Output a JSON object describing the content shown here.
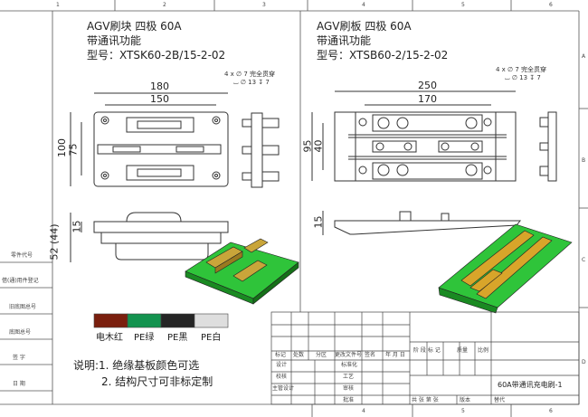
{
  "border": {
    "columns": [
      "1",
      "2",
      "3",
      "4",
      "5",
      "6"
    ],
    "rows": [
      "A",
      "B",
      "C",
      "D"
    ],
    "bottom_columns": [
      "4",
      "5",
      "6"
    ]
  },
  "left_strip": [
    "零件代号",
    "借(通)用件登记",
    "旧底图总号",
    "底图总号",
    "签  字",
    "日  期"
  ],
  "left_part": {
    "title": [
      "AGV刷块 四极 60A",
      "带通讯功能",
      "型号：XTSK60-2B/15-2-02"
    ],
    "hole_note": [
      "4 x ∅ 7 完全贯穿",
      "⌴ ∅ 13 ↧ 7"
    ],
    "dims": {
      "width_outer": "180",
      "width_inner": "150",
      "height_outer": "100",
      "height_inner": "75",
      "side_h": "15",
      "side_total": "52 (44)"
    }
  },
  "right_part": {
    "title": [
      "AGV刷板 四极 60A",
      "带通讯功能",
      "型号：XTSB60-2/15-2-02"
    ],
    "hole_note": [
      "4 x ∅ 7 完全贯穿",
      "⌴ ∅ 13 ↧ 7"
    ],
    "dims": {
      "width_outer": "250",
      "width_inner": "170",
      "height_outer": "95",
      "height_inner": "40",
      "side_h": "15"
    }
  },
  "colors": [
    {
      "label": "电木红",
      "hex": "#7a1f0e"
    },
    {
      "label": "PE绿",
      "hex": "#13934f"
    },
    {
      "label": "PE黑",
      "hex": "#252525"
    },
    {
      "label": "PE白",
      "hex": "#dedede"
    }
  ],
  "notes": [
    "说明:1. 绝缘基板颜色可选",
    "2. 结构尺寸可非标定制"
  ],
  "title_block": {
    "header": [
      "标记",
      "处数",
      "分区",
      "更改文件号",
      "签名",
      "年 月 日"
    ],
    "left_rows": [
      "设计",
      "校核",
      "主管设计",
      ""
    ],
    "mid_rows": [
      "标准化",
      "工艺",
      "审核",
      "批准"
    ],
    "stage": [
      "阶 段 标 记",
      "质量",
      "比例"
    ],
    "sheet": "共  张  第  张",
    "version": "版本",
    "replace": "替代",
    "drawing_name": "60A带通讯充电刷-1"
  }
}
